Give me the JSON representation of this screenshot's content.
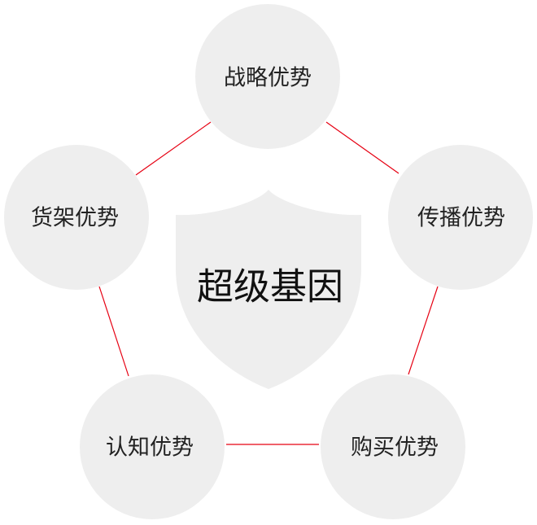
{
  "center": {
    "label": "超级基因"
  },
  "nodes": [
    {
      "label": "战略优势"
    },
    {
      "label": "传播优势"
    },
    {
      "label": "购买优势"
    },
    {
      "label": "认知优势"
    },
    {
      "label": "货架优势"
    }
  ],
  "colors": {
    "connector": "#e60012",
    "node_fill": "#eeeeee",
    "shield_fill": "#eeeeee",
    "text": "#222222"
  }
}
